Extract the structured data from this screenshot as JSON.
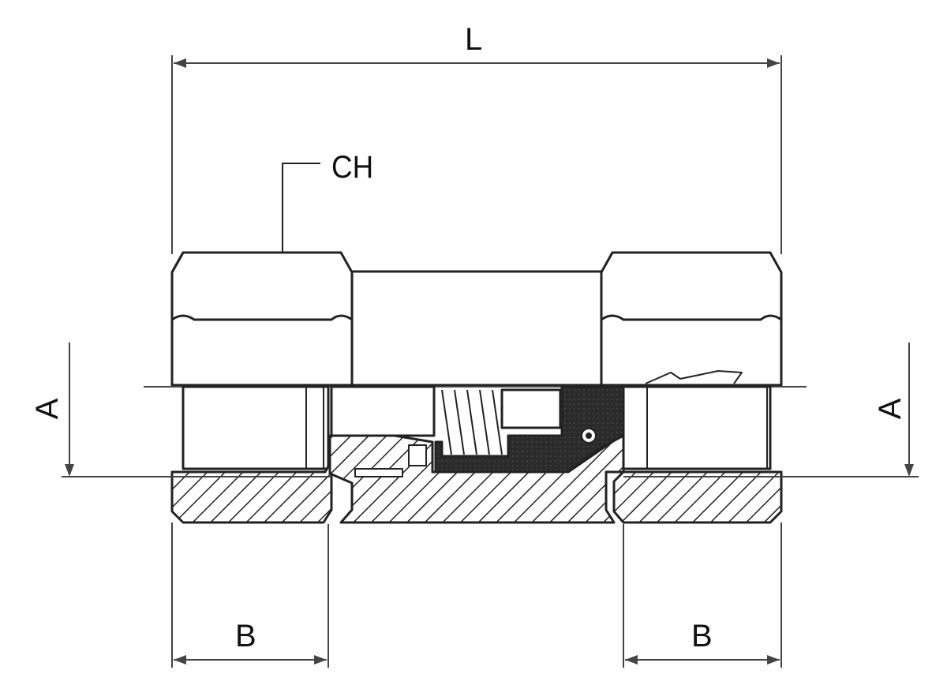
{
  "labels": {
    "length": "L",
    "hex": "CH",
    "thread_left": "B",
    "thread_right": "B",
    "diameter_left": "A",
    "diameter_right": "A"
  },
  "colors": {
    "line": "#222222",
    "dark_fill": "#2b2b2b",
    "background": "#ffffff"
  }
}
